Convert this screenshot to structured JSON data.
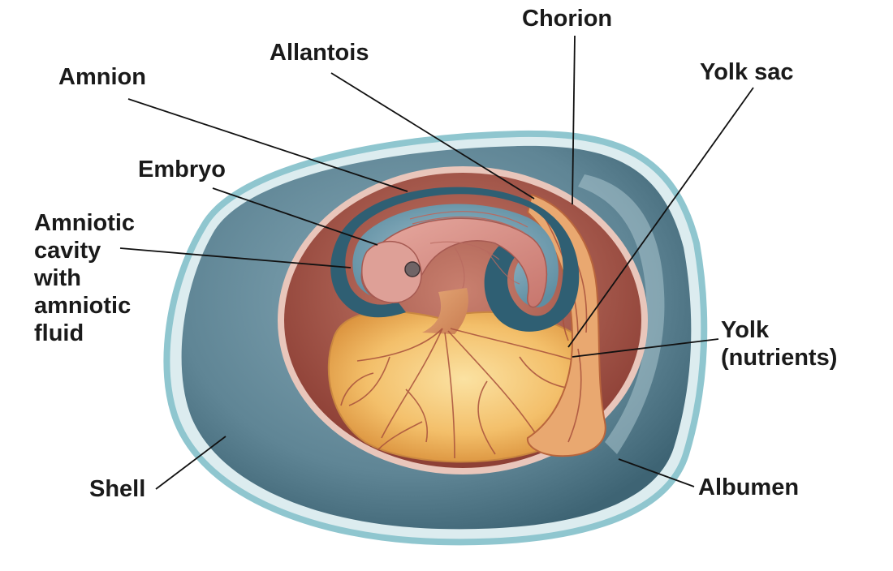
{
  "labels": {
    "chorion": "Chorion",
    "allantois": "Allantois",
    "amnion": "Amnion",
    "yolk_sac": "Yolk sac",
    "embryo": "Embryo",
    "amniotic_cavity": [
      "Amniotic",
      "cavity",
      "with",
      "amniotic",
      "fluid"
    ],
    "yolk": [
      "Yolk",
      "(nutrients)"
    ],
    "shell": "Shell",
    "albumen": "Albumen"
  },
  "colors": {
    "shell_outer": "#8fc6cf",
    "shell_inner": "#dcecef",
    "albumen": "#5f8595",
    "albumen_light": "#a9c4cd",
    "chorion": "#e9c6bb",
    "chorion_inner": "#8d3f35",
    "amnion": "#2f5f73",
    "amniotic_fluid": "#7aa2b3",
    "embryo": "#d9928a",
    "yolk": "#f1b15e",
    "yolk_light": "#f8d48c",
    "vessel": "#a8503c",
    "leader": "#111111"
  }
}
